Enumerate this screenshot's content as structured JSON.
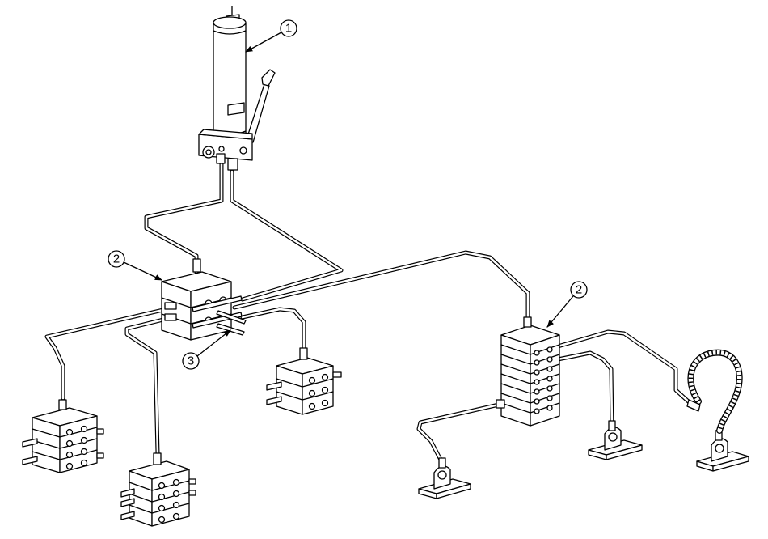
{
  "callouts": [
    {
      "id": "c1",
      "label": "1"
    },
    {
      "id": "c2a",
      "label": "2"
    },
    {
      "id": "c2b",
      "label": "2"
    },
    {
      "id": "c3",
      "label": "3"
    }
  ],
  "colors": {
    "line": "#000000",
    "background": "#ffffff"
  }
}
